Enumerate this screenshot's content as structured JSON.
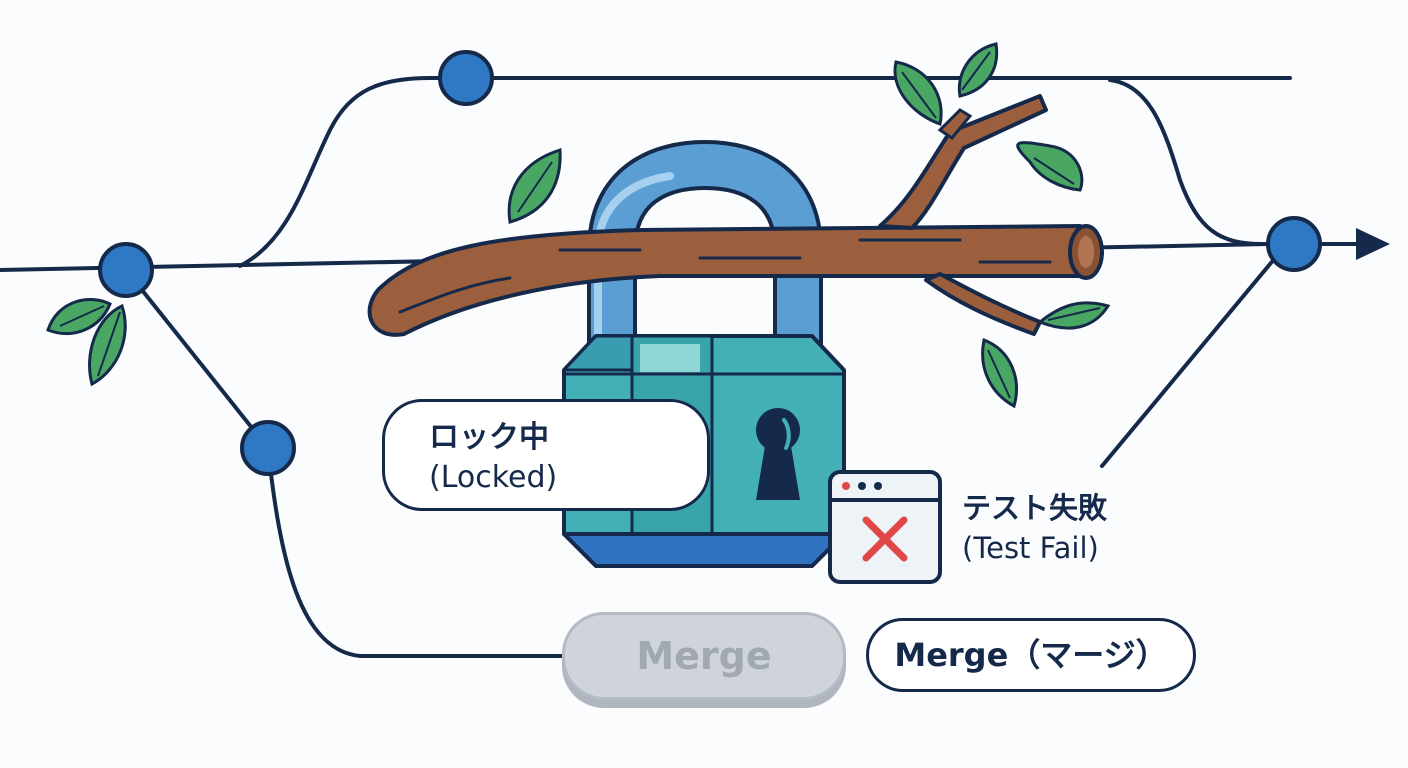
{
  "labels": {
    "locked_jp": "ロック中",
    "locked_en": "(Locked)",
    "test_fail_jp": "テスト失敗",
    "test_fail_en": "(Test Fail)",
    "merge_button": "Merge",
    "merge_jp": "Merge（マージ）"
  },
  "colors": {
    "line": "#15294a",
    "node": "#2f78c4",
    "branch_wood": "#9b5f3e",
    "leaf": "#4aa763",
    "lock_body": "#43b0b8",
    "shackle": "#5b9ed4",
    "fail_x": "#e04848",
    "disabled_button": "#cfd4db"
  },
  "icons": [
    "commit-node",
    "leaf",
    "padlock",
    "keyhole",
    "test-window",
    "close-x",
    "arrowhead"
  ]
}
